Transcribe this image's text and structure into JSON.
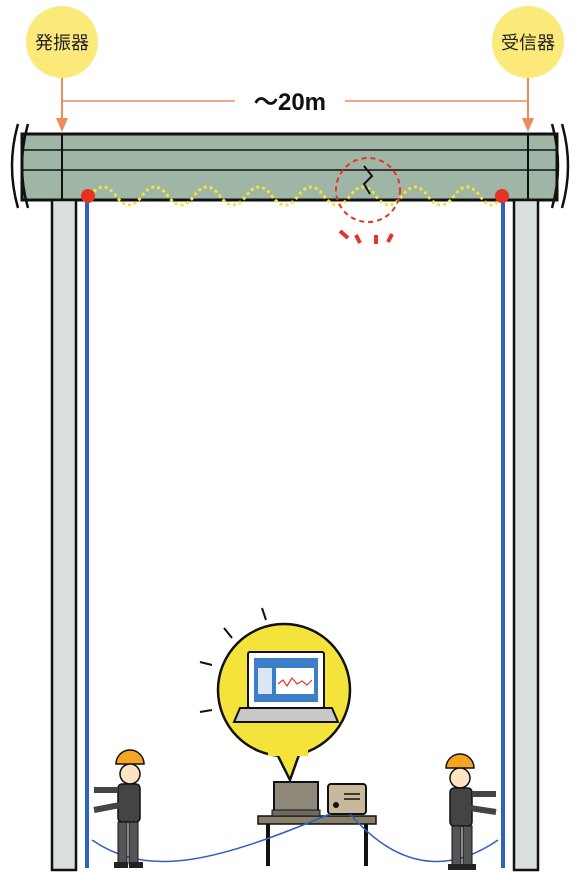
{
  "labels": {
    "transmitter": "発振器",
    "receiver": "受信器",
    "distance": "～20m"
  },
  "colors": {
    "bubble": "#fbe97a",
    "beam": "#9fb5a6",
    "column": "#d9dfdc",
    "cable": "#2f5fc4",
    "wave": "#f3e33a",
    "sensor": "#e53322",
    "arrow": "#f08a5c",
    "defect": "#e3352b",
    "screen": "#3d7ec8"
  },
  "icons": [
    "transmitter-sensor-icon",
    "receiver-sensor-icon",
    "crack-icon",
    "laptop-icon",
    "oscilloscope-icon",
    "worker-icon"
  ]
}
